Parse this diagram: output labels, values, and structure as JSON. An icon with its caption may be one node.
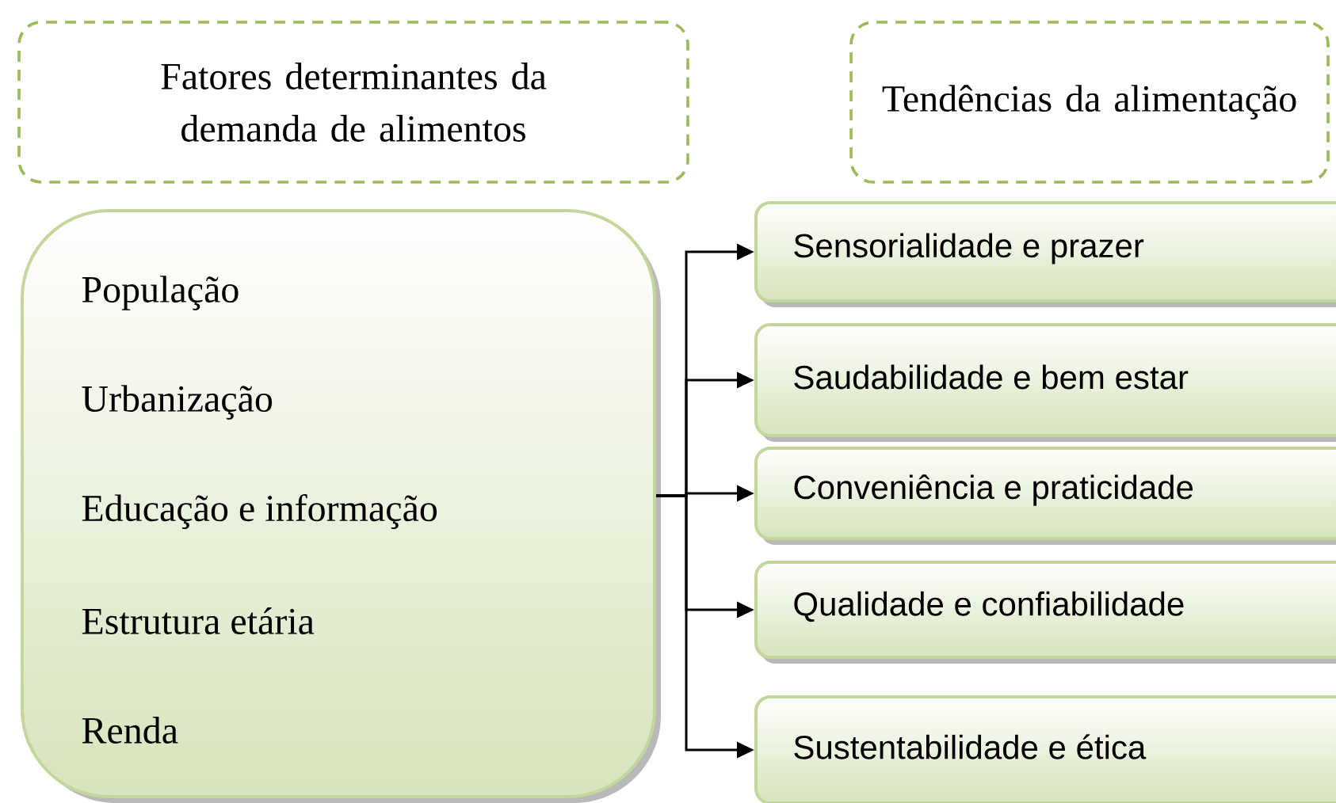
{
  "diagram": {
    "nodes": [
      {
        "text": [
          "Fatores determinantes da demanda de alimentos"
        ]
      },
      {
        "text": [
          "Tendências da alimentação"
        ]
      },
      {
        "text": [
          "População",
          "Urbanização",
          "Educação e informação",
          "Estrutura etária",
          "Renda"
        ]
      },
      {
        "text": [
          "Sensorialidade e prazer"
        ]
      },
      {
        "text": [
          "Saudabilidade e bem estar"
        ]
      },
      {
        "text": [
          "Conveniência e praticidade"
        ]
      },
      {
        "text": [
          "Qualidade e confiabilidade"
        ]
      },
      {
        "text": [
          "Sustentabilidade e ética"
        ]
      }
    ],
    "edges": [
      {
        "from": 2,
        "to": 3,
        "arrow": "to"
      },
      {
        "from": 2,
        "to": 4,
        "arrow": "to"
      },
      {
        "from": 2,
        "to": 5,
        "arrow": "to"
      },
      {
        "from": 2,
        "to": 6,
        "arrow": "to"
      },
      {
        "from": 2,
        "to": 7,
        "arrow": "to"
      }
    ]
  }
}
